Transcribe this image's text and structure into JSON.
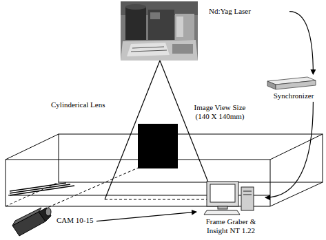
{
  "diagram": {
    "nodes": [
      {
        "text": [
          "Nd:Yag Laser"
        ]
      },
      {
        "text": [
          "Synchronizer"
        ]
      },
      {
        "text": [
          "Frame Graber & Insight NT 1.22"
        ]
      },
      {
        "text": [
          "CAM 10-15"
        ]
      }
    ],
    "edges": [
      {
        "from": 0,
        "to": 1,
        "arrow": "to"
      },
      {
        "from": 1,
        "to": 2,
        "arrow": "to"
      },
      {
        "from": 3,
        "to": 2,
        "arrow": "to"
      }
    ],
    "labels": [
      "Cylinderical Lens",
      "Image View Size (140 X 140mm)"
    ]
  }
}
